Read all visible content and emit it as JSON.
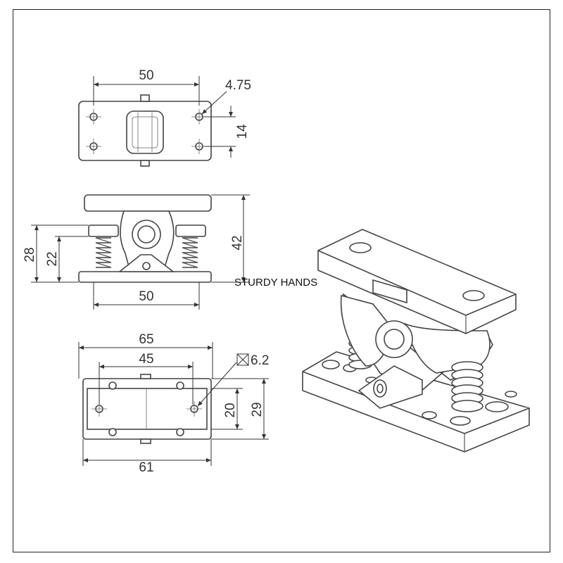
{
  "dimensions": {
    "top_width": "50",
    "top_hole": "4.75",
    "top_spacing": "14",
    "side_height_total": "42",
    "side_height_28": "28",
    "side_height_22": "22",
    "side_width": "50",
    "bottom_width_65": "65",
    "bottom_width_45": "45",
    "bottom_square": "6.2",
    "bottom_height_20": "20",
    "bottom_height_29": "29",
    "bottom_width_61": "61"
  },
  "brand": "STURDY HANDS",
  "icons": {
    "square_symbol": "square-dimension-icon"
  },
  "colors": {
    "line": "#444444",
    "text": "#333333",
    "background": "#ffffff"
  }
}
